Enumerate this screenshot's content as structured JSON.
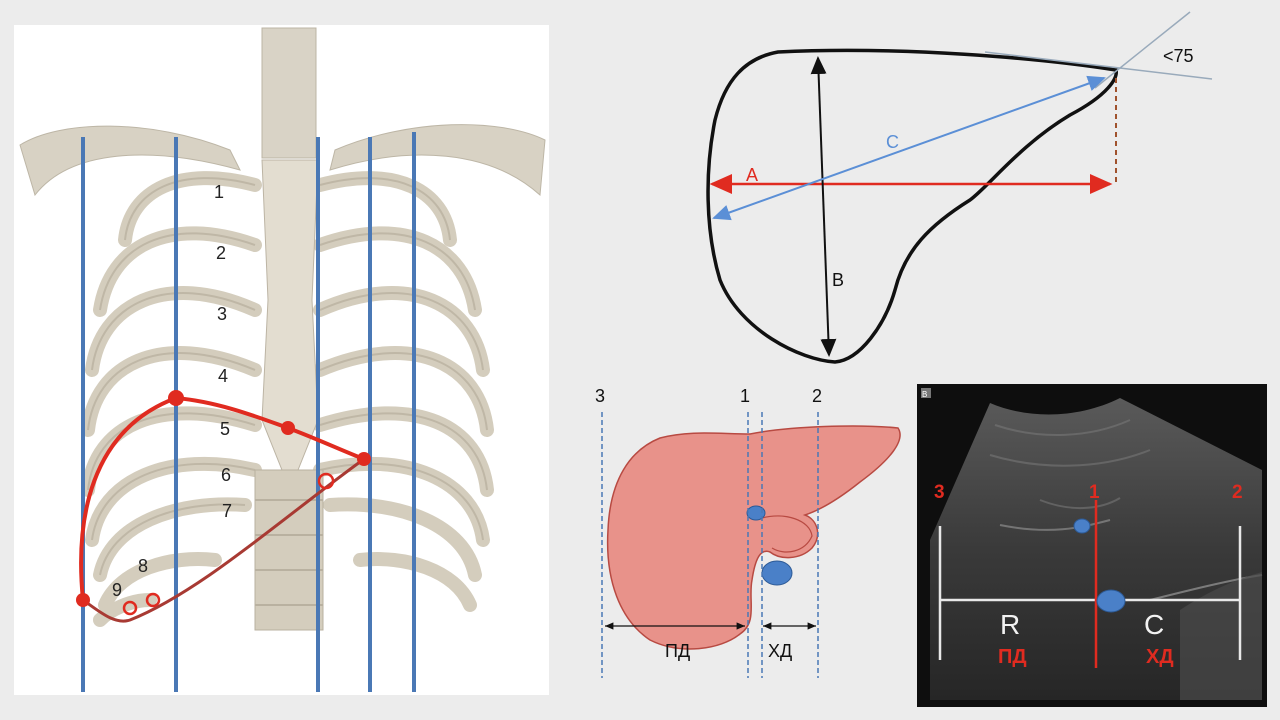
{
  "rib_numbers": [
    "1",
    "2",
    "3",
    "4",
    "5",
    "6",
    "7",
    "8",
    "9"
  ],
  "liver_outline": {
    "angle_label": "<75",
    "label_a": "A",
    "label_b": "B",
    "label_c": "C"
  },
  "liver_scheme": {
    "line_3": "3",
    "line_1": "1",
    "line_2": "2",
    "right_lobe": "ПД",
    "caudate_lobe": "ХД"
  },
  "ultrasound": {
    "corner_marker": "B",
    "line_3": "3",
    "line_1": "1",
    "line_2": "2",
    "label_r": "R",
    "label_c": "C",
    "right_lobe": "ПД",
    "caudate_lobe": "ХД"
  },
  "colors": {
    "red": "#e02b20",
    "blue_line": "#4a78b5",
    "liver_fill": "#e8928a",
    "vessel": "#4a80c8",
    "axis_c": "#5b8fd6"
  }
}
